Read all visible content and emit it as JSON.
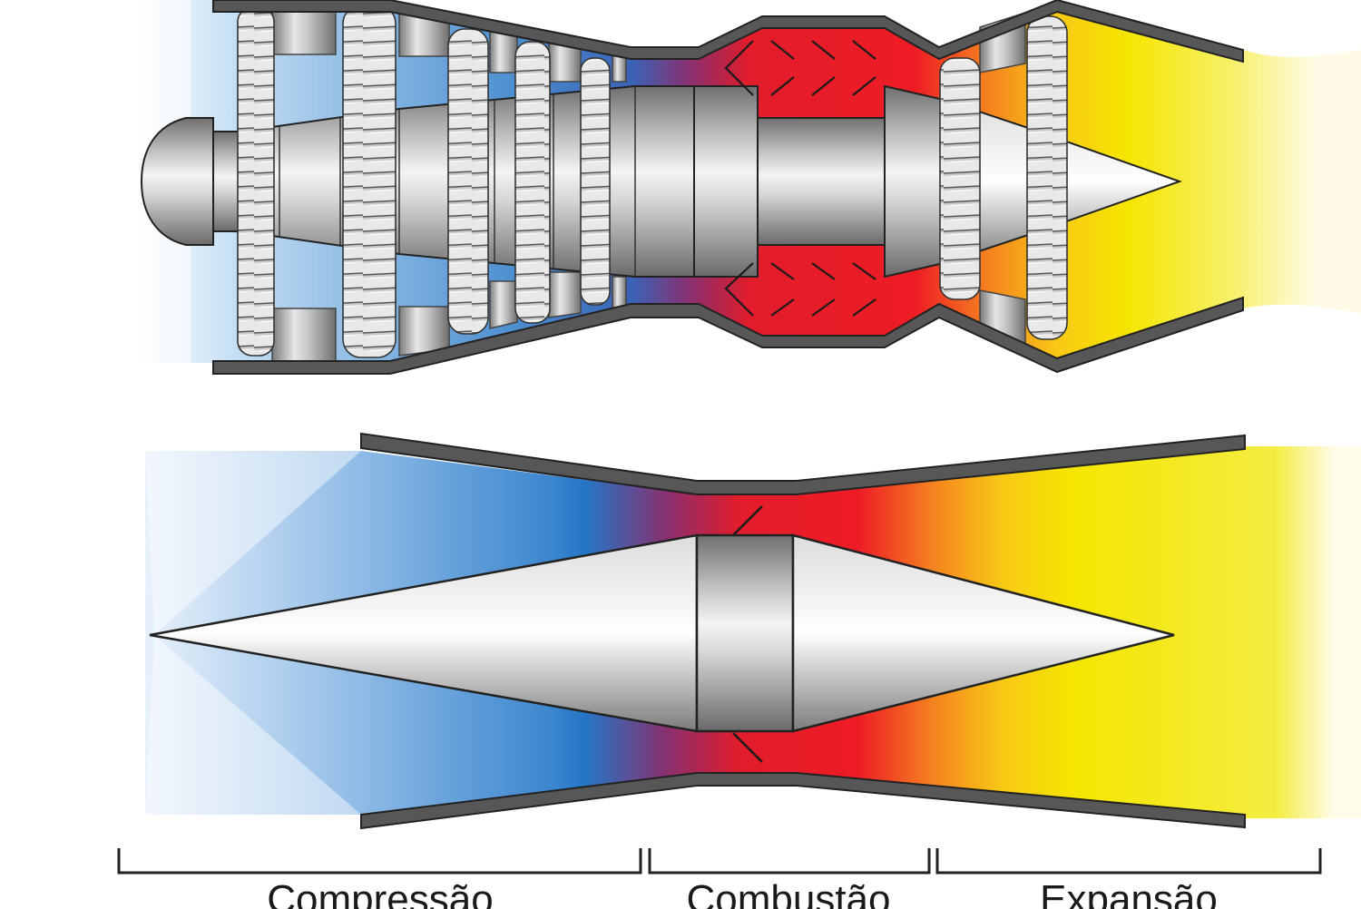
{
  "sections": {
    "compression": "Compressão",
    "combustion": "Combustão",
    "expansion": "Expansão"
  },
  "colors": {
    "cold": "#2a7fd0",
    "mid": "#8a2f6e",
    "hot": "#ee1c25",
    "orange": "#f58220",
    "exhaust": "#f5e400",
    "metal": "#b8b8b8",
    "casing": "#555555"
  }
}
